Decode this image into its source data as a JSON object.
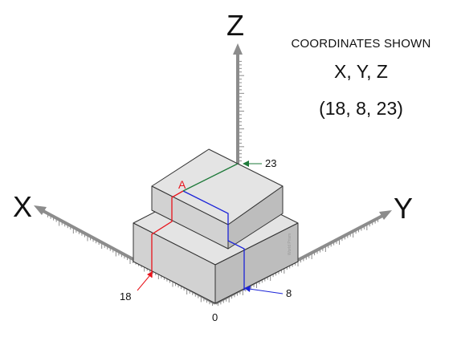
{
  "axes": {
    "x_label": "X",
    "y_label": "Y",
    "z_label": "Z"
  },
  "info": {
    "heading": "COORDINATES SHOWN",
    "axes_order": "X, Y, Z",
    "coordinates": "(18, 8, 23)"
  },
  "point": {
    "label": "A",
    "x": 18,
    "y": 8,
    "z": 23
  },
  "callouts": {
    "x_value": "18",
    "y_value": "8",
    "z_value": "23",
    "origin": "0"
  },
  "watermark": "World Prism",
  "colors": {
    "x_trace": "#e8141c",
    "y_trace": "#1c24d8",
    "z_trace": "#1e7a3a",
    "axis": "#8c8c8c",
    "block_top": "#e4e4e4",
    "block_left": "#d2d2d2",
    "block_right": "#bdbdbd"
  }
}
